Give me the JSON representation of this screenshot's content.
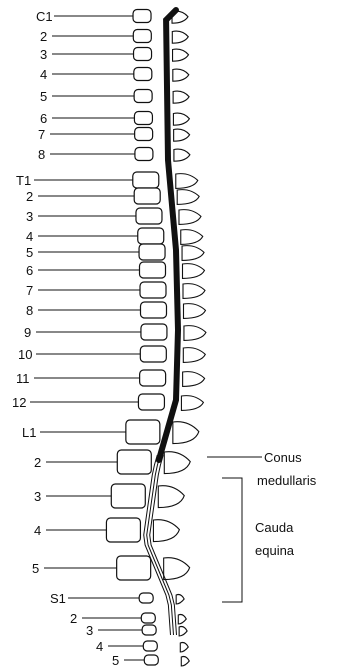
{
  "labels": {
    "cervical": [
      "C1",
      "2",
      "3",
      "4",
      "5",
      "6",
      "7",
      "8"
    ],
    "thoracic": [
      "T1",
      "2",
      "3",
      "4",
      "5",
      "6",
      "7",
      "8",
      "9",
      "10",
      "11",
      "12"
    ],
    "lumbar": [
      "L1",
      "2",
      "3",
      "4",
      "5"
    ],
    "sacral": [
      "S1",
      "2",
      "3",
      "4",
      "5"
    ]
  },
  "annotations": {
    "conus_line1": "Conus",
    "conus_line2": "medullaris",
    "cauda_line1": "Cauda",
    "cauda_line2": "equina"
  },
  "colors": {
    "ink": "#111111",
    "background": "#ffffff"
  }
}
